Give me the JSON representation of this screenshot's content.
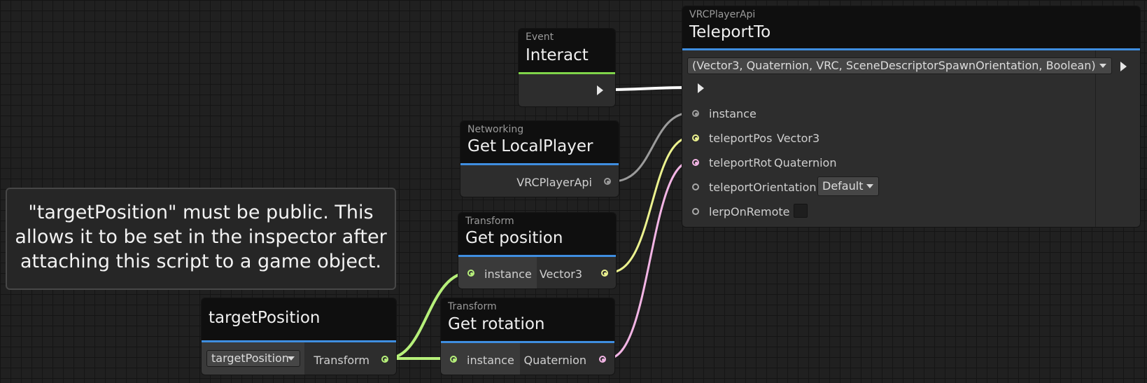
{
  "comment": {
    "text": "\"targetPosition\" must be public. This allows it to be set in the inspector after attaching this script to a game object."
  },
  "interact": {
    "category": "Event",
    "title": "Interact"
  },
  "local_player": {
    "category": "Networking",
    "title": "Get LocalPlayer",
    "output_label": "VRCPlayerApi"
  },
  "get_position": {
    "category": "Transform",
    "title": "Get position",
    "input_label": "instance",
    "output_label": "Vector3"
  },
  "get_rotation": {
    "category": "Transform",
    "title": "Get rotation",
    "input_label": "instance",
    "output_label": "Quaternion"
  },
  "target_position": {
    "title": "targetPosition",
    "dropdown_value": "targetPosition",
    "output_label": "Transform"
  },
  "teleport": {
    "category": "VRCPlayerApi",
    "title": "TeleportTo",
    "overload": "(Vector3, Quaternion, VRC, SceneDescriptorSpawnOrientation, Boolean)",
    "inputs": [
      {
        "name": "instance",
        "type": ""
      },
      {
        "name": "teleportPos",
        "type": "Vector3"
      },
      {
        "name": "teleportRot",
        "type": "Quaternion"
      },
      {
        "name": "teleportOrientation",
        "type": "",
        "value": "Default"
      },
      {
        "name": "lerpOnRemote",
        "type": ""
      }
    ]
  },
  "colors": {
    "header_underline": "#3f8ee0",
    "event_underline": "#7fd44a",
    "wire_flow": "#ffffff",
    "wire_player": "#9b9b9b",
    "wire_vector3": "#ecf28f",
    "wire_quaternion": "#f3b5e5",
    "wire_transform": "#b6f07a"
  }
}
